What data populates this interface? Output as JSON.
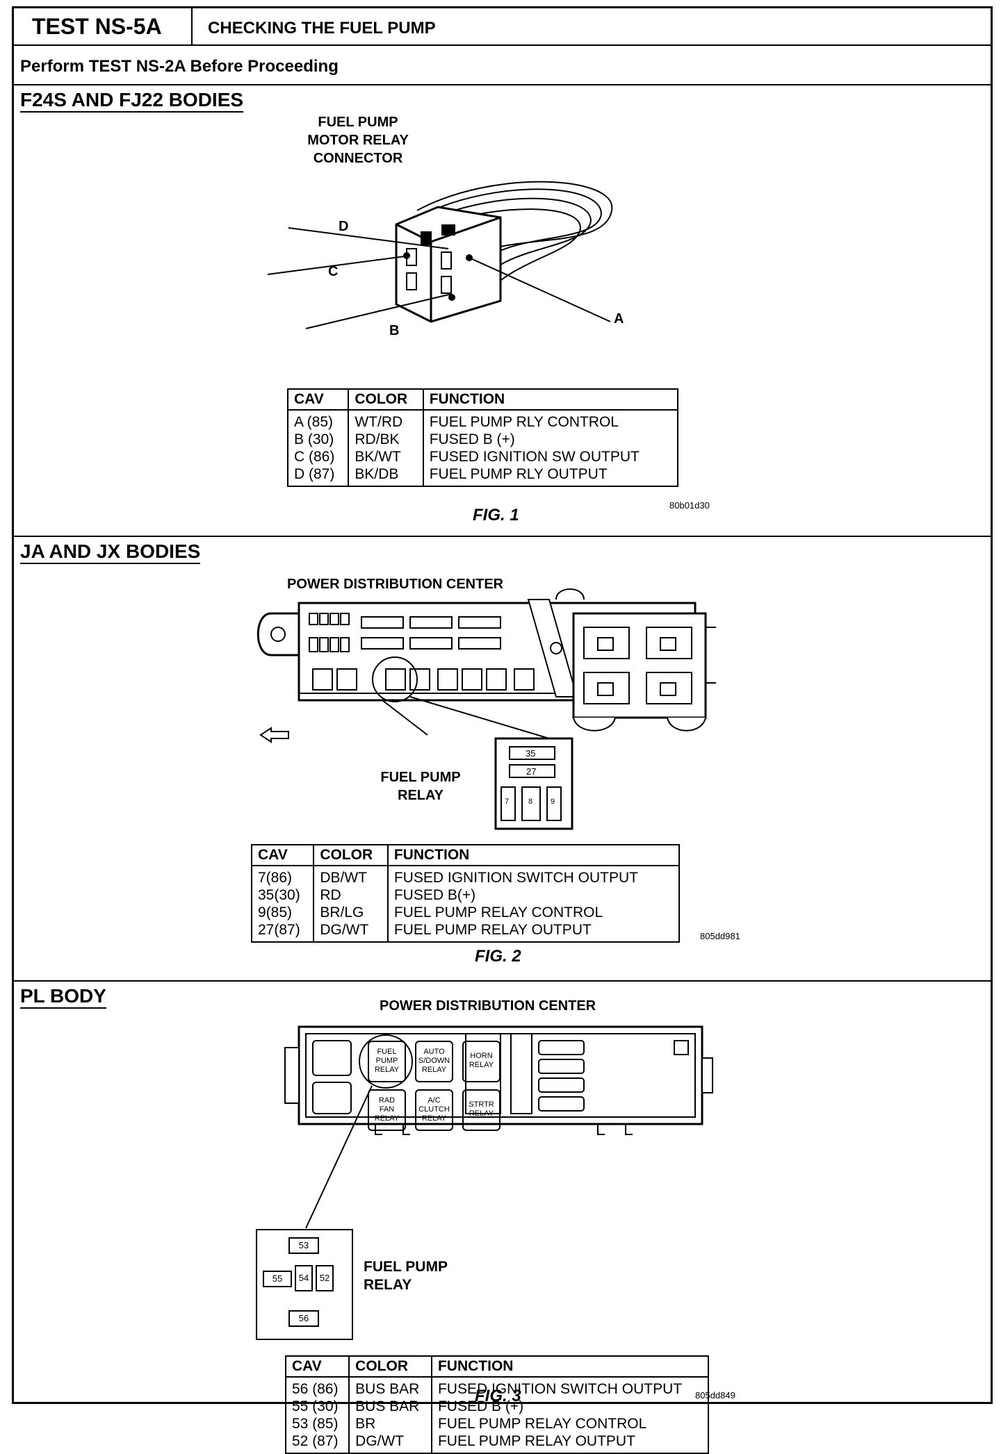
{
  "header": {
    "test_id": "TEST NS-5A",
    "title": "CHECKING THE FUEL PUMP",
    "prerequisite": "Perform TEST NS-2A Before Proceeding"
  },
  "section1": {
    "title": "F24S AND FJ22 BODIES",
    "diagram_label": "FUEL PUMP\nMOTOR RELAY\nCONNECTOR",
    "pin_labels": {
      "a": "A",
      "b": "B",
      "c": "C",
      "d": "D"
    },
    "table": {
      "headers": [
        "CAV",
        "COLOR",
        "FUNCTION"
      ],
      "rows": [
        {
          "cav": "A (85)",
          "color": "WT/RD",
          "function": "FUEL PUMP RLY CONTROL"
        },
        {
          "cav": "B (30)",
          "color": "RD/BK",
          "function": "FUSED B (+)"
        },
        {
          "cav": "C (86)",
          "color": "BK/WT",
          "function": "FUSED IGNITION SW OUTPUT"
        },
        {
          "cav": "D (87)",
          "color": "BK/DB",
          "function": "FUEL PUMP RLY OUTPUT"
        }
      ]
    },
    "figure": "FIG. 1",
    "code": "80b01d30"
  },
  "section2": {
    "title": "JA AND JX BODIES",
    "diagram_label": "POWER DISTRIBUTION CENTER",
    "relay_label": "FUEL PUMP\nRELAY",
    "inset": {
      "top": "35",
      "mid": "27",
      "left": "7",
      "center": "8",
      "right": "9"
    },
    "table": {
      "headers": [
        "CAV",
        "COLOR",
        "FUNCTION"
      ],
      "rows": [
        {
          "cav": "7(86)",
          "color": "DB/WT",
          "function": "FUSED IGNITION SWITCH OUTPUT"
        },
        {
          "cav": "35(30)",
          "color": "RD",
          "function": "FUSED B(+)"
        },
        {
          "cav": "9(85)",
          "color": "BR/LG",
          "function": "FUEL PUMP RELAY CONTROL"
        },
        {
          "cav": "27(87)",
          "color": "DG/WT",
          "function": "FUEL PUMP RELAY OUTPUT"
        }
      ]
    },
    "figure": "FIG. 2",
    "code": "805dd981"
  },
  "section3": {
    "title": "PL BODY",
    "diagram_label": "POWER DISTRIBUTION CENTER",
    "relays": [
      "FUEL\nPUMP\nRELAY",
      "AUTO\nS/DOWN\nRELAY",
      "HORN\nRELAY",
      "RAD\nFAN\nRELAY",
      "A/C\nCLUTCH\nRELAY",
      "STRTR\nRELAY"
    ],
    "relay_label": "FUEL PUMP\nRELAY",
    "inset": {
      "top": "53",
      "left": "55",
      "center": "54",
      "right": "52",
      "bottom": "56"
    },
    "table": {
      "headers": [
        "CAV",
        "COLOR",
        "FUNCTION"
      ],
      "rows": [
        {
          "cav": "56 (86)",
          "color": "BUS BAR",
          "function": "FUSED IGNITION SWITCH OUTPUT"
        },
        {
          "cav": "55 (30)",
          "color": "BUS BAR",
          "function": "FUSED B (+)"
        },
        {
          "cav": "53 (85)",
          "color": "BR",
          "function": "FUEL PUMP RELAY CONTROL"
        },
        {
          "cav": "52 (87)",
          "color": "DG/WT",
          "function": "FUEL PUMP RELAY OUTPUT"
        }
      ]
    },
    "figure": "FIG. 3",
    "code": "805dd849"
  }
}
